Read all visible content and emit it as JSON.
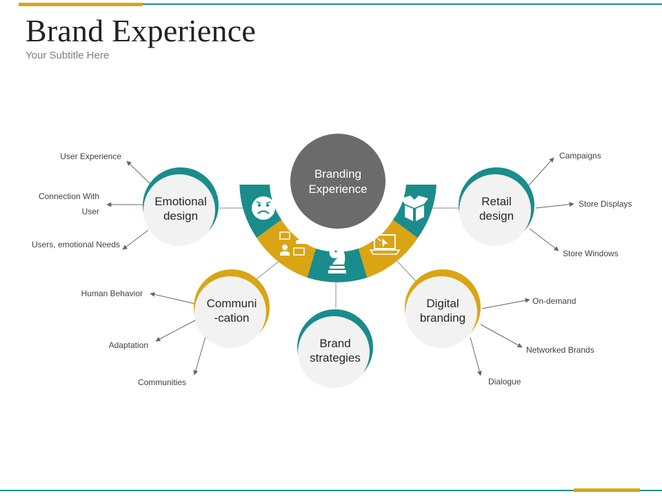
{
  "header": {
    "title": "Brand Experience",
    "subtitle": "Your Subtitle Here"
  },
  "colors": {
    "teal": "#1a8c8c",
    "gold": "#d9a514",
    "center_gray": "#6b6b6b",
    "node_fill": "#f2f2f2"
  },
  "center": {
    "line1": "Branding",
    "line2": "Experience"
  },
  "nodes": {
    "emotional": {
      "line1": "Emotional",
      "line2": "design"
    },
    "communication": {
      "line1": "Communi",
      "line2": "-cation"
    },
    "strategies": {
      "line1": "Brand",
      "line2": "strategies"
    },
    "digital": {
      "line1": "Digital",
      "line2": "branding"
    },
    "retail": {
      "line1": "Retail",
      "line2": "design"
    }
  },
  "labels": {
    "emotional": [
      "User Experience",
      "Connection With",
      "User",
      "Users, emotional Needs"
    ],
    "communication": [
      "Human Behavior",
      "Adaptation",
      "Communities"
    ],
    "digital": [
      "On-demand",
      "Networked Brands",
      "Dialogue"
    ],
    "retail": [
      "Campaigns",
      "Store Displays",
      "Store Windows"
    ]
  },
  "segment_icons": [
    "sad-face",
    "people-chat",
    "chess-knight",
    "laptop-cursor",
    "box-open"
  ]
}
